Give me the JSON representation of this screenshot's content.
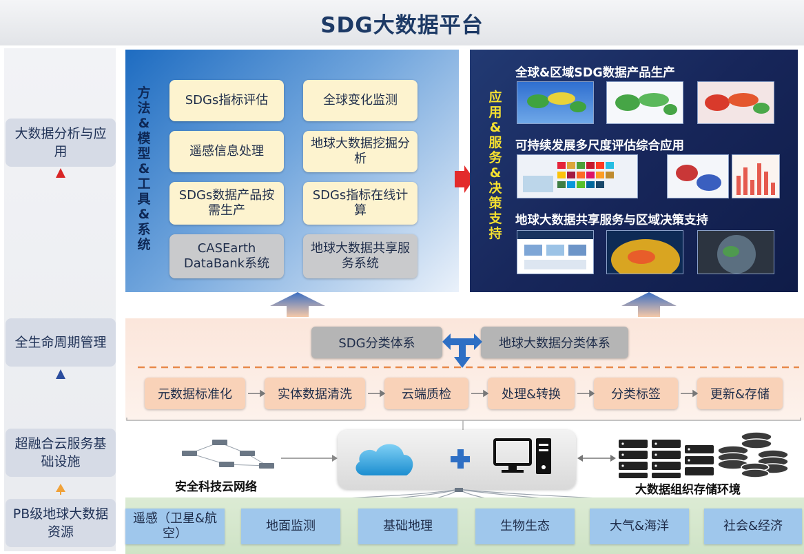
{
  "title": "SDG大数据平台",
  "layers": [
    "大数据分析与应用",
    "全生命周期管理",
    "超融合云服务基础设施",
    "PB级地球大数据资源"
  ],
  "methods": {
    "vertical_label": "方法&模型&工具&系统",
    "boxes": [
      "SDGs指标评估",
      "全球变化监测",
      "遥感信息处理",
      "地球大数据挖掘分析",
      "SDGs数据产品按需生产",
      "SDGs指标在线计算",
      "CASEarth DataBank系统",
      "地球大数据共享服务系统"
    ]
  },
  "applications": {
    "vertical_label": "应用&服务&决策支持",
    "headings": [
      "全球&区域SDG数据产品生产",
      "可持续发展多尺度评估综合应用",
      "地球大数据共享服务与区域决策支持"
    ]
  },
  "classification": [
    "SDG分类体系",
    "地球大数据分类体系"
  ],
  "steps": [
    "元数据标准化",
    "实体数据清洗",
    "云端质检",
    "处理&转换",
    "分类标签",
    "更新&存储"
  ],
  "infrastructure": {
    "network_label": "安全科技云网络",
    "storage_label": "大数据组织存储环境"
  },
  "sources": [
    "遥感（卫星&航空）",
    "地面监测",
    "基础地理",
    "生物生态",
    "大气&海洋",
    "社会&经济"
  ],
  "colors": {
    "title_text": "#1d3a66",
    "method_yellow": "#fdf3cf",
    "method_gray": "#c9cacc",
    "app_label": "#f5e030",
    "step_box": "#f9d2b8",
    "source_box": "#9fc7ec",
    "dashed_line": "#e8894a",
    "arrow_red": "#e32b2b",
    "arrow_blue": "#2e6fc4"
  },
  "icons": [
    "cloud-icon",
    "plus-icon",
    "computer-icon",
    "network-icon",
    "server-rack-icon",
    "database-stack-icon"
  ]
}
